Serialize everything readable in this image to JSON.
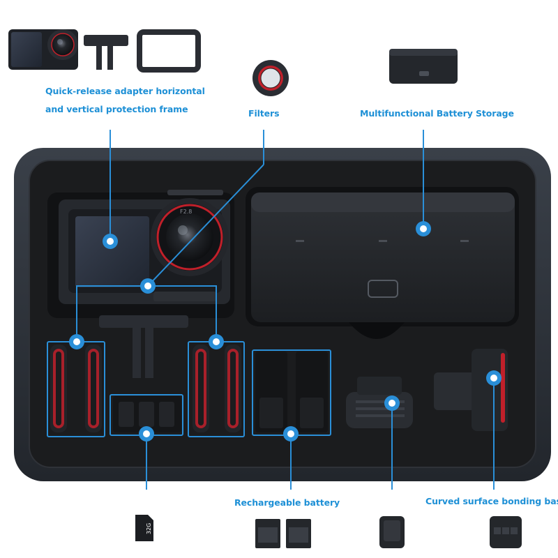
{
  "labels": {
    "quick_release_line1": "Quick-release adapter horizontal",
    "quick_release_line2": "and vertical protection frame",
    "filters": "Filters",
    "battery_storage": "Multifunctional Battery Storage",
    "rechargeable_battery": "Rechargeable battery",
    "curved_base": "Curved surface bonding base"
  },
  "markings": {
    "sd_card": "32G",
    "lens_text": "F2.8"
  },
  "colors": {
    "label_blue": "#1e90d6",
    "callout_blue": "#2a8fd8",
    "case_shell": "#2b3038",
    "foam": "#1b1c1e",
    "accent_red": "#c0202a"
  },
  "icons": [
    "camera-icon",
    "mount-adapter-icon",
    "protection-frame-icon",
    "filter-icon",
    "battery-storage-icon",
    "sd-card-icon",
    "battery-icon",
    "bonding-base-icon"
  ]
}
